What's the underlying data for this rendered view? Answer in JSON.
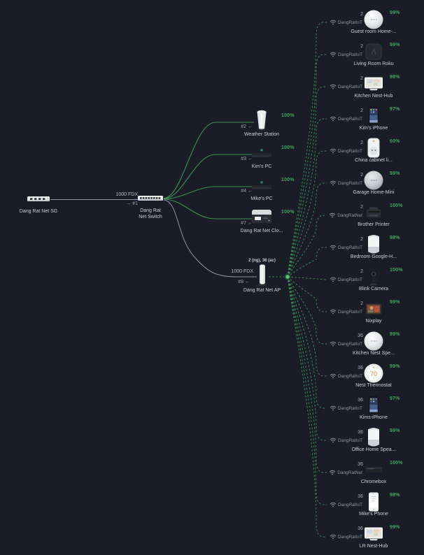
{
  "colors": {
    "background": "#1a1d28",
    "signal_green": "#43a55c",
    "wired_link_green": "#3f9154",
    "wireless_link_green": "#3f9b57",
    "uplink_gray": "#c3c7cd",
    "label_light": "#c9cdd3",
    "label_dim": "#8e949e"
  },
  "gateway": {
    "name": "Dang Rat Net SG",
    "icon": "gateway-switch-icon"
  },
  "switch": {
    "name": "Dang Rat\nNet Switch",
    "icon": "switch-icon",
    "link_speed": "1000 FDX",
    "port_label": "→ #1"
  },
  "ap": {
    "name": "Dang Rat Net AP",
    "icon": "access-point-icon",
    "link_speed": "1000 FDX",
    "port_label": "#8 ←",
    "bands": "2 (ng), 36 (ac)"
  },
  "wired_devices": [
    {
      "name": "Weather Station",
      "pct": "100%",
      "port_label": "#2 ←",
      "icon": "weather-station-icon"
    },
    {
      "name": "Kim's PC",
      "pct": "100%",
      "port_label": "#3 ←",
      "icon": "laptop-icon"
    },
    {
      "name": "Mike's PC",
      "pct": "100%",
      "port_label": "#4 ←",
      "icon": "laptop-icon"
    },
    {
      "name": "Dang Rat Net Clo...",
      "pct": "100%",
      "port_label": "#7 ←",
      "icon": "cloudkey-icon"
    }
  ],
  "wireless_devices": [
    {
      "name": "Guest room Home-...",
      "pct": "99%",
      "channel": "2",
      "ssid": "DangRatIoT",
      "icon": "google-mini-sphere-icon"
    },
    {
      "name": "Living Room Roku",
      "pct": "99%",
      "channel": "2",
      "ssid": "DangRatIoT",
      "icon": "roku-icon"
    },
    {
      "name": "Kitchen Nest-Hub",
      "pct": "98%",
      "channel": "2",
      "ssid": "DangRatIoT",
      "icon": "nest-hub-icon"
    },
    {
      "name": "Kim's iPhone",
      "pct": "97%",
      "channel": "2",
      "ssid": "DangRatIoT",
      "icon": "iphone-icon"
    },
    {
      "name": "China cabinet li...",
      "pct": "60%",
      "channel": "2",
      "ssid": "DangRatIoT",
      "icon": "smart-plug-icon"
    },
    {
      "name": "Garage Home-Mini",
      "pct": "99%",
      "channel": "2",
      "ssid": "DangRatIoT",
      "icon": "home-mini-gray-icon"
    },
    {
      "name": "Brother Printer",
      "pct": "100%",
      "channel": "2",
      "ssid": "DangRatNet",
      "icon": "printer-icon"
    },
    {
      "name": "Bedroom Google-H...",
      "pct": "98%",
      "channel": "2",
      "ssid": "DangRatIoT",
      "icon": "google-home-icon"
    },
    {
      "name": "Blink Camera",
      "pct": "100%",
      "channel": "2",
      "ssid": "DangRatIoT",
      "icon": "blink-camera-icon"
    },
    {
      "name": "Nixplay",
      "pct": "99%",
      "channel": "2",
      "ssid": "DangRatIoT",
      "icon": "photo-frame-icon"
    },
    {
      "name": "Kitchen Nest Spe...",
      "pct": "99%",
      "channel": "36",
      "ssid": "DangRatIoT",
      "icon": "google-mini-sphere-icon"
    },
    {
      "name": "Nest Thermostat",
      "pct": "99%",
      "channel": "36",
      "ssid": "DangRatIoT",
      "icon": "thermostat-icon",
      "screen_text": "70"
    },
    {
      "name": "Kims-iPhone",
      "pct": "97%",
      "channel": "36",
      "ssid": "DangRatIoT",
      "icon": "iphone-icon"
    },
    {
      "name": "Office Home Spea...",
      "pct": "99%",
      "channel": "36",
      "ssid": "DangRatIoT",
      "icon": "google-home-icon"
    },
    {
      "name": "Chromebox",
      "pct": "100%",
      "channel": "36",
      "ssid": "DangRatNet",
      "icon": "chromebox-icon"
    },
    {
      "name": "Mike's Phone",
      "pct": "98%",
      "channel": "36",
      "ssid": "DangRatIoT",
      "icon": "phone-white-icon"
    },
    {
      "name": "LR Nest-Hub",
      "pct": "99%",
      "channel": "36",
      "ssid": "DangRatIoT",
      "icon": "nest-hub-icon"
    }
  ]
}
